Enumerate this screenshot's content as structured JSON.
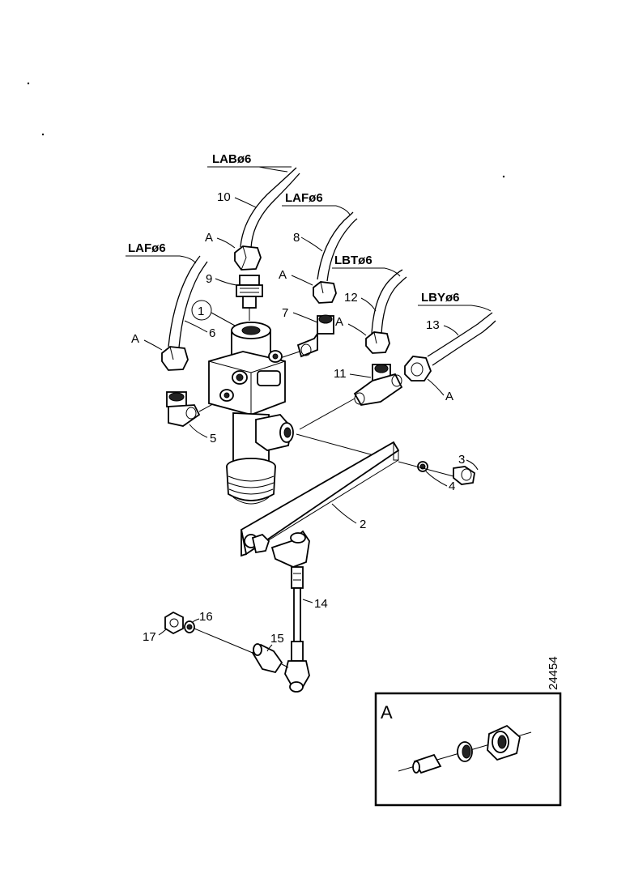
{
  "tube_labels": {
    "lab": "LABø6",
    "laf_top": "LAFø6",
    "laf_left": "LAFø6",
    "lbt": "LBTø6",
    "lby": "LBYø6"
  },
  "part_numbers": {
    "p1": "1",
    "p2": "2",
    "p3": "3",
    "p4": "4",
    "p5": "5",
    "p6": "6",
    "p7": "7",
    "p8": "8",
    "p9": "9",
    "p10": "10",
    "p11": "11",
    "p12": "12",
    "p13": "13",
    "p14": "14",
    "p15": "15",
    "p16": "16",
    "p17": "17"
  },
  "detail_refs": {
    "a1": "A",
    "a2": "A",
    "a3": "A",
    "a4": "A",
    "a5": "A"
  },
  "inset": {
    "title": "A"
  },
  "figure_number": "24454"
}
